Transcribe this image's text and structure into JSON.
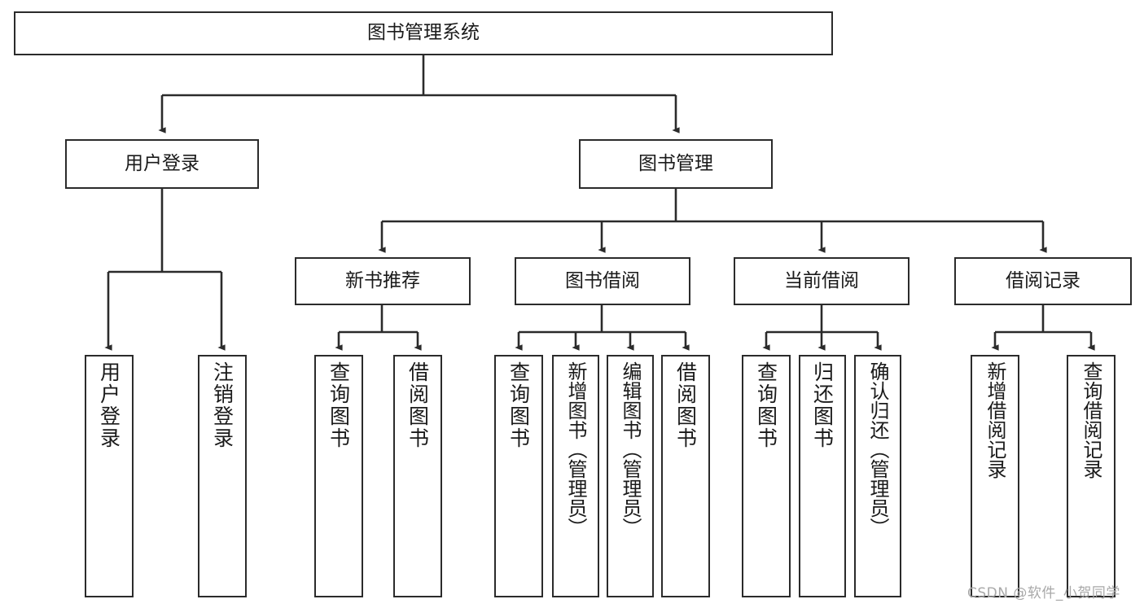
{
  "diagram": {
    "title": "图书管理系统",
    "type": "hierarchy-tree",
    "watermark": "CSDN @软件_小贺同学",
    "colors": {
      "box_border": "#2b2b2b",
      "box_fill": "#ffffff",
      "connector": "#2b2b2b",
      "text": "#1a1a1a",
      "watermark": "#a8a8a8"
    },
    "root": {
      "label": "图书管理系统"
    },
    "level2": [
      {
        "label": "用户登录"
      },
      {
        "label": "图书管理"
      }
    ],
    "level3": [
      {
        "label": "新书推荐"
      },
      {
        "label": "图书借阅"
      },
      {
        "label": "当前借阅"
      },
      {
        "label": "借阅记录"
      }
    ],
    "leaves": {
      "user_login": [
        {
          "label": "用户登录"
        },
        {
          "label": "注销登录"
        }
      ],
      "new_book": [
        {
          "label": "查询图书"
        },
        {
          "label": "借阅图书"
        }
      ],
      "book_borrow": [
        {
          "label": "查询图书"
        },
        {
          "label": "新增图书（管理员）"
        },
        {
          "label": "编辑图书（管理员）"
        },
        {
          "label": "借阅图书"
        }
      ],
      "current_borrow": [
        {
          "label": "查询图书"
        },
        {
          "label": "归还图书"
        },
        {
          "label": "确认归还（管理员）"
        }
      ],
      "borrow_record": [
        {
          "label": "新增借阅记录"
        },
        {
          "label": "查询借阅记录"
        }
      ]
    }
  }
}
